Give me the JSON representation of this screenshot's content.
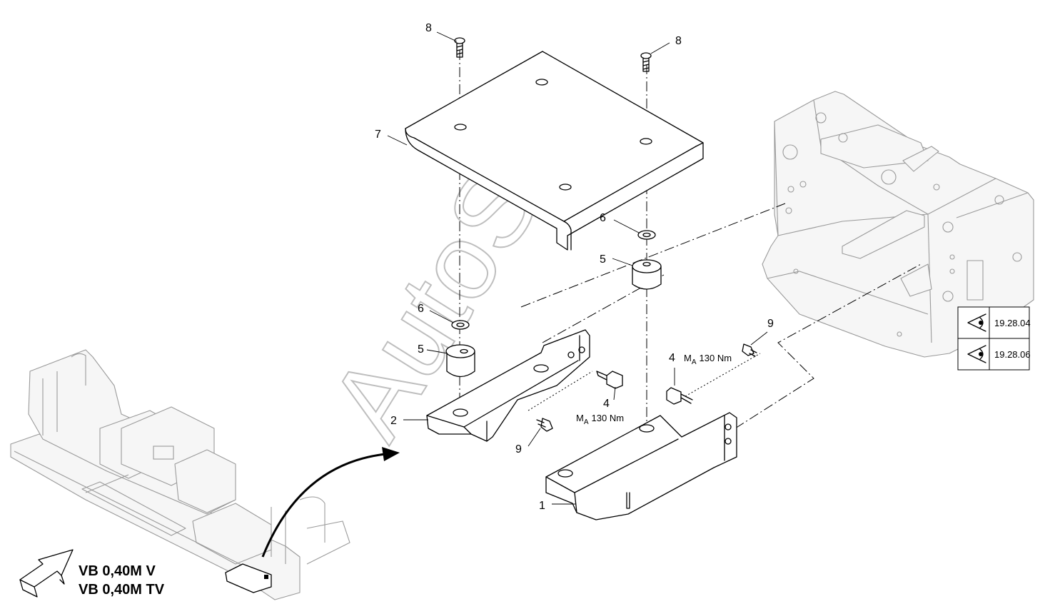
{
  "callouts": {
    "c1": "1",
    "c2": "2",
    "c4a": "4",
    "c4b": "4",
    "c5a": "5",
    "c5b": "5",
    "c6a": "6",
    "c6b": "6",
    "c7": "7",
    "c8a": "8",
    "c8b": "8",
    "c9a": "9",
    "c9b": "9"
  },
  "torque": {
    "symbol": "M",
    "subscript": "A",
    "value": "130 Nm"
  },
  "model_labels": [
    "VB 0,40M V",
    "VB 0,40M TV"
  ],
  "references": [
    "19.28.04",
    "19.28.06"
  ],
  "watermark": "AutoSoft",
  "icons": [
    "eye-icon",
    "arrow-icon"
  ]
}
